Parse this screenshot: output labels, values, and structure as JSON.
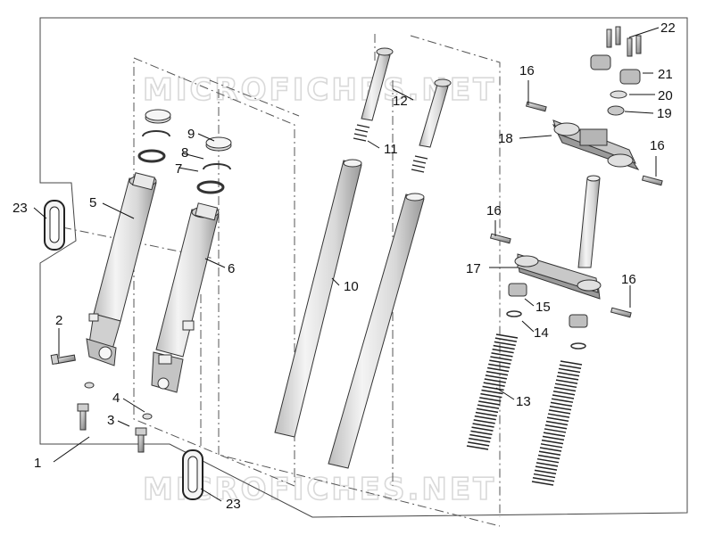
{
  "watermark": "MICROFICHES.NET",
  "callouts": {
    "c1": "1",
    "c2": "2",
    "c3": "3",
    "c4": "4",
    "c5": "5",
    "c6": "6",
    "c7": "7",
    "c8": "8",
    "c9": "9",
    "c10": "10",
    "c11": "11",
    "c12": "12",
    "c13": "13",
    "c14": "14",
    "c15": "15",
    "c16a": "16",
    "c16b": "16",
    "c16c": "16",
    "c16d": "16",
    "c17": "17",
    "c18": "18",
    "c19": "19",
    "c20": "20",
    "c21": "21",
    "c22": "22",
    "c23a": "23",
    "c23b": "23"
  },
  "colors": {
    "part_fill": "#e6e6e6",
    "part_dark": "#8c8c8c",
    "line": "#111111",
    "watermark": "#d9d9d9"
  }
}
